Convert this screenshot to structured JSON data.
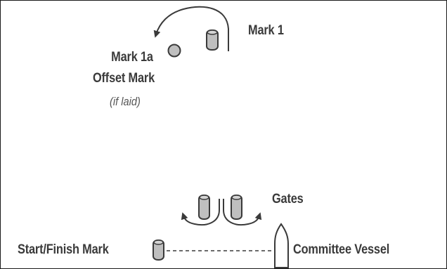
{
  "labels": {
    "mark1": "Mark 1",
    "mark1a": "Mark 1a",
    "offset_mark": "Offset Mark",
    "if_laid": "(if laid)",
    "gates": "Gates",
    "start_finish": "Start/Finish Mark",
    "committee": "Committee Vessel"
  },
  "colors": {
    "stroke": "#3a3a3a",
    "fill": "#bfbfbf",
    "text": "#3a3a3a"
  },
  "icons": {
    "mark1": "cylinder-buoy-icon",
    "mark1a": "sphere-buoy-icon",
    "gates": "cylinder-buoy-icon",
    "start_finish": "cylinder-buoy-icon",
    "committee": "committee-vessel-icon"
  }
}
